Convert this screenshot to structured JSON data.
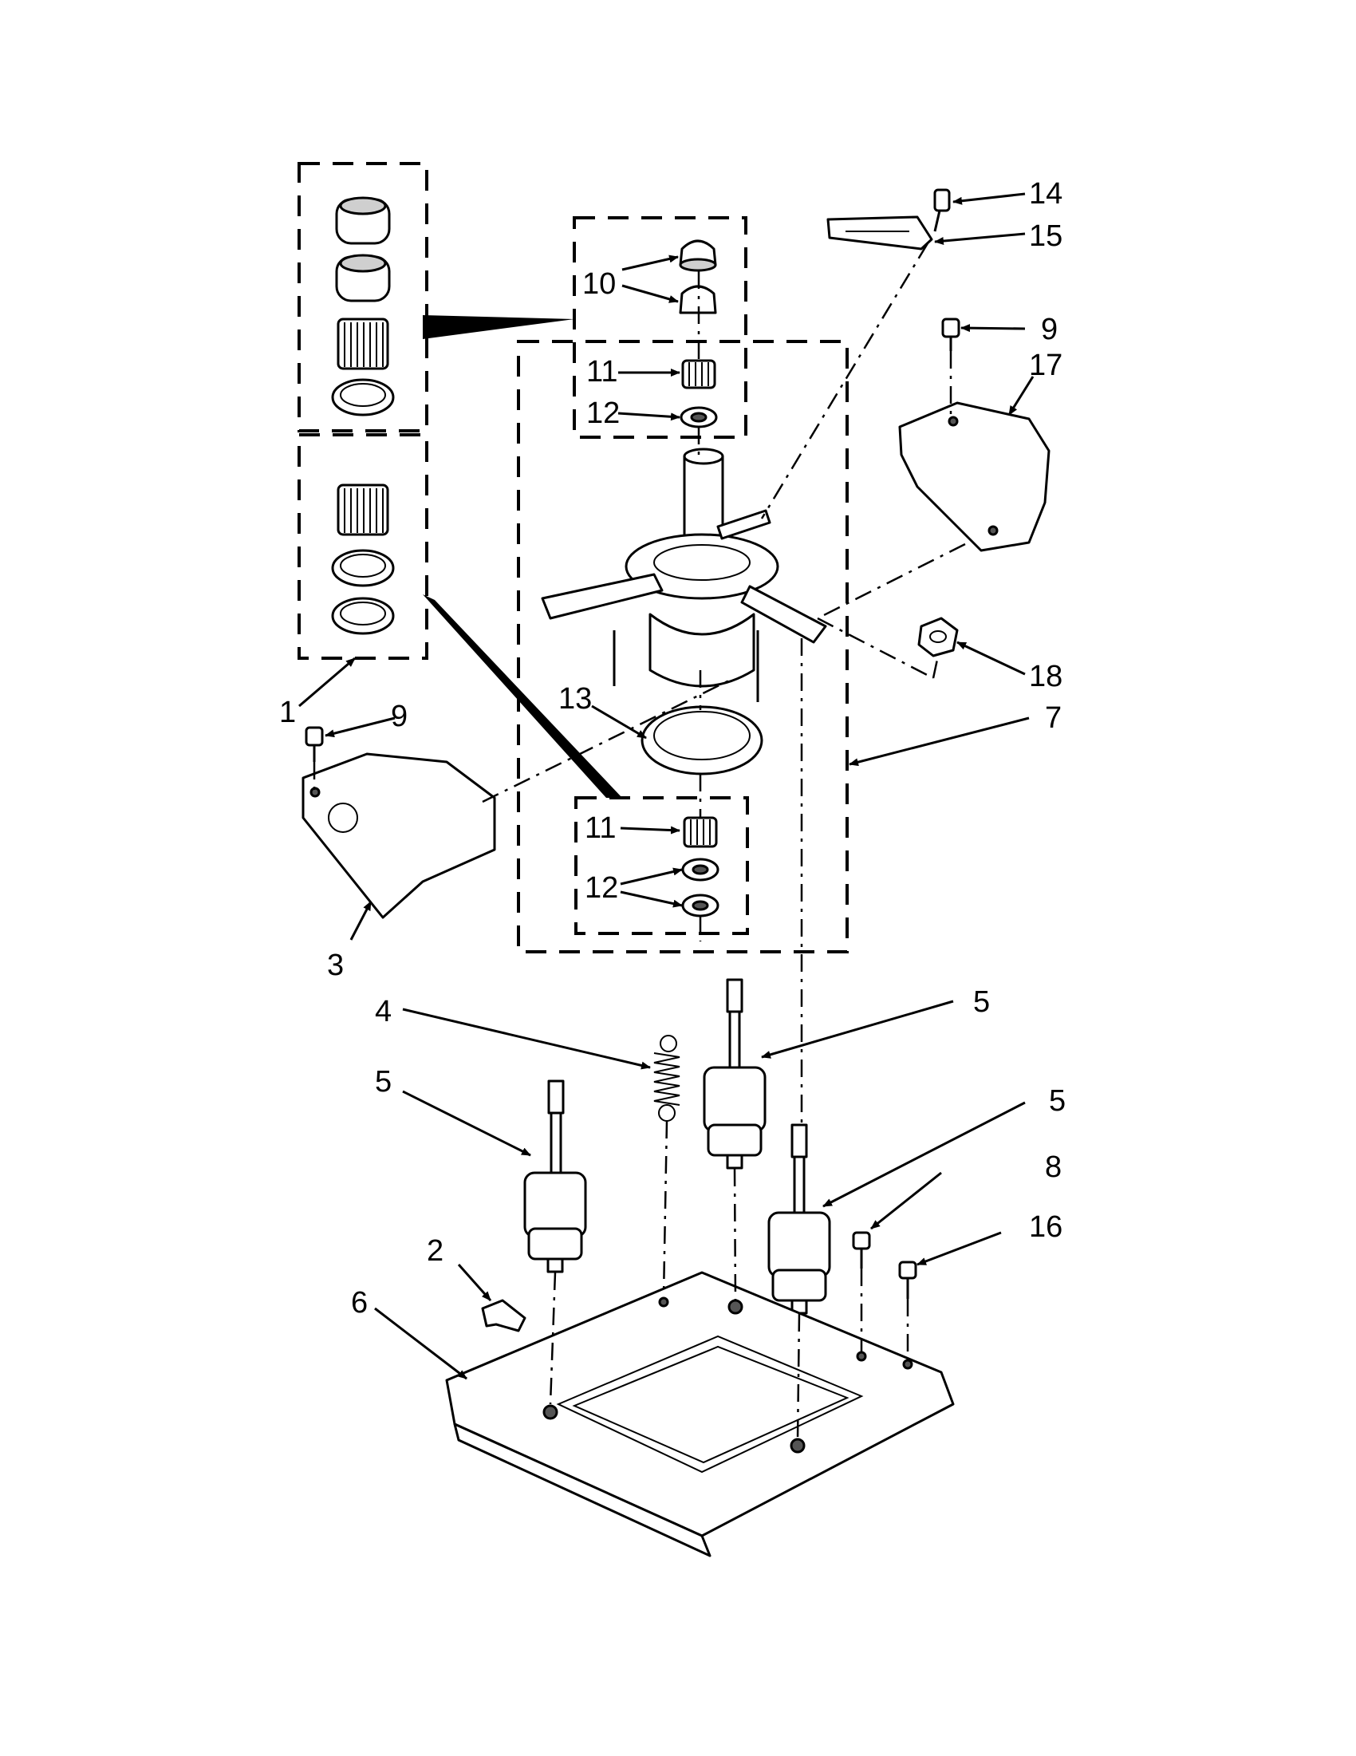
{
  "callouts": [
    {
      "id": "c14",
      "text": "14"
    },
    {
      "id": "c15",
      "text": "15"
    },
    {
      "id": "c10",
      "text": "10"
    },
    {
      "id": "c9a",
      "text": "9"
    },
    {
      "id": "c17",
      "text": "17"
    },
    {
      "id": "c11a",
      "text": "11"
    },
    {
      "id": "c12a",
      "text": "12"
    },
    {
      "id": "c18",
      "text": "18"
    },
    {
      "id": "c1",
      "text": "1"
    },
    {
      "id": "c9b",
      "text": "9"
    },
    {
      "id": "c13",
      "text": "13"
    },
    {
      "id": "c7",
      "text": "7"
    },
    {
      "id": "c11b",
      "text": "11"
    },
    {
      "id": "c12b",
      "text": "12"
    },
    {
      "id": "c3",
      "text": "3"
    },
    {
      "id": "c4",
      "text": "4"
    },
    {
      "id": "c5a",
      "text": "5"
    },
    {
      "id": "c5b",
      "text": "5"
    },
    {
      "id": "c5c",
      "text": "5"
    },
    {
      "id": "c8",
      "text": "8"
    },
    {
      "id": "c2",
      "text": "2"
    },
    {
      "id": "c16",
      "text": "16"
    },
    {
      "id": "c6",
      "text": "6"
    }
  ]
}
